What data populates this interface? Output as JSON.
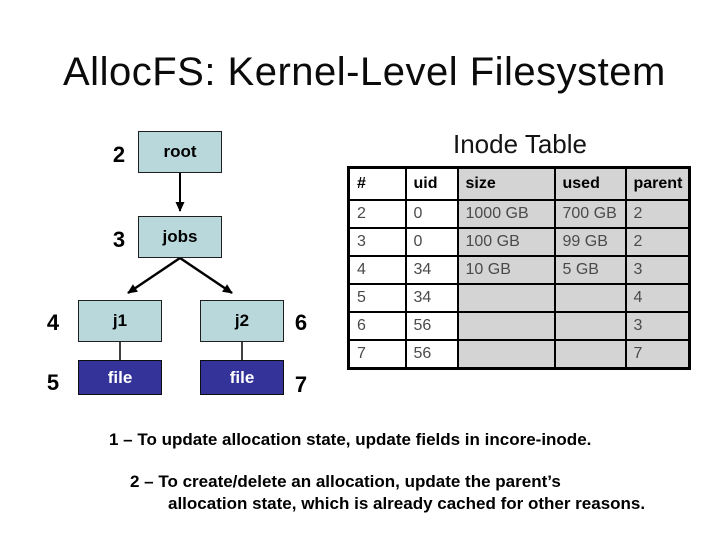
{
  "slide": {
    "title": "AllocFS: Kernel-Level Filesystem"
  },
  "tree": {
    "nodes": {
      "root": {
        "number": "2",
        "label": "root"
      },
      "jobs": {
        "number": "3",
        "label": "jobs"
      },
      "j1": {
        "number": "4",
        "label": "j1"
      },
      "j2": {
        "number": "6",
        "label": "j2"
      },
      "file1": {
        "number": "5",
        "label": "file"
      },
      "file2": {
        "number": "7",
        "label": "file"
      }
    }
  },
  "inode_table": {
    "heading": "Inode Table",
    "columns": [
      "#",
      "uid",
      "size",
      "used",
      "parent"
    ],
    "rows": [
      [
        "2",
        "0",
        "1000 GB",
        "700 GB",
        "2"
      ],
      [
        "3",
        "0",
        "100 GB",
        "99 GB",
        "2"
      ],
      [
        "4",
        "34",
        "10 GB",
        "5 GB",
        "3"
      ],
      [
        "5",
        "34",
        "",
        "",
        "4"
      ],
      [
        "6",
        "56",
        "",
        "",
        "3"
      ],
      [
        "7",
        "56",
        "",
        "",
        "7"
      ]
    ]
  },
  "notes": {
    "note1": "1 – To update allocation state, update fields in incore-inode.",
    "note2_line1": "2 – To create/delete an allocation, update the parent’s",
    "note2_line2": "allocation state, which is already cached for other reasons."
  },
  "colors": {
    "dir_box_fill": "#b8d8dc",
    "file_box_fill": "#333399",
    "table_shaded_bg": "#d4d4d4",
    "table_data_text": "#4a4a4a"
  }
}
